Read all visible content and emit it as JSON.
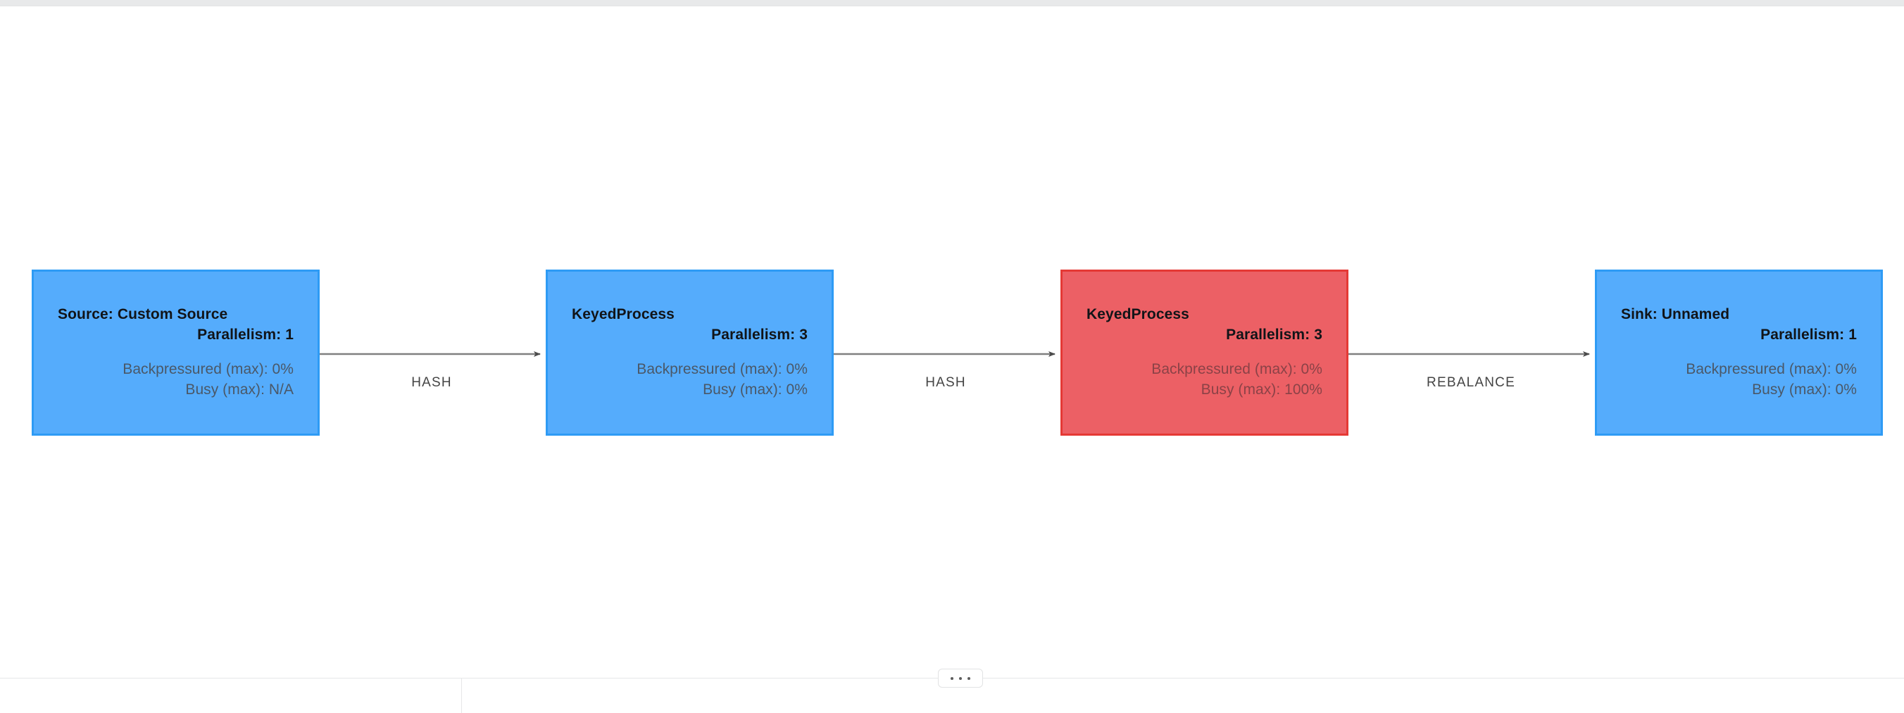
{
  "canvas": {
    "background_color": "#ffffff",
    "top_strip_color": "#e8e9ea"
  },
  "colors": {
    "node_blue_fill": "#55ACFC",
    "node_blue_border": "#2E9BF5",
    "node_red_fill": "#EC6065",
    "node_red_border": "#E53935",
    "edge_line": "#808080",
    "title_text": "#111418",
    "metric_text_on_blue": "#4A5868",
    "metric_text_on_red": "#8B4247",
    "edge_label_text": "#444444"
  },
  "graph": {
    "nodes": [
      {
        "id": "source",
        "title": "Source: Custom Source",
        "parallelism": "Parallelism: 1",
        "backpressured": "Backpressured (max): 0%",
        "busy": "Busy (max): N/A",
        "state": "normal",
        "color": "#55ACFC"
      },
      {
        "id": "keyedprocess-1",
        "title": "KeyedProcess",
        "parallelism": "Parallelism: 3",
        "backpressured": "Backpressured (max): 0%",
        "busy": "Busy (max): 0%",
        "state": "normal",
        "color": "#55ACFC"
      },
      {
        "id": "keyedprocess-2",
        "title": "KeyedProcess",
        "parallelism": "Parallelism: 3",
        "backpressured": "Backpressured (max): 0%",
        "busy": "Busy (max): 100%",
        "state": "busy",
        "color": "#EC6065"
      },
      {
        "id": "sink",
        "title": "Sink: Unnamed",
        "parallelism": "Parallelism: 1",
        "backpressured": "Backpressured (max): 0%",
        "busy": "Busy (max): 0%",
        "state": "normal",
        "color": "#55ACFC"
      }
    ],
    "edges": [
      {
        "id": "edge-1",
        "from": "source",
        "to": "keyedprocess-1",
        "label": "HASH"
      },
      {
        "id": "edge-2",
        "from": "keyedprocess-1",
        "to": "keyedprocess-2",
        "label": "HASH"
      },
      {
        "id": "edge-3",
        "from": "keyedprocess-2",
        "to": "sink",
        "label": "REBALANCE"
      }
    ]
  },
  "bottom_panel": {
    "drag_handle_icon": "three-dots-horizontal-icon"
  }
}
